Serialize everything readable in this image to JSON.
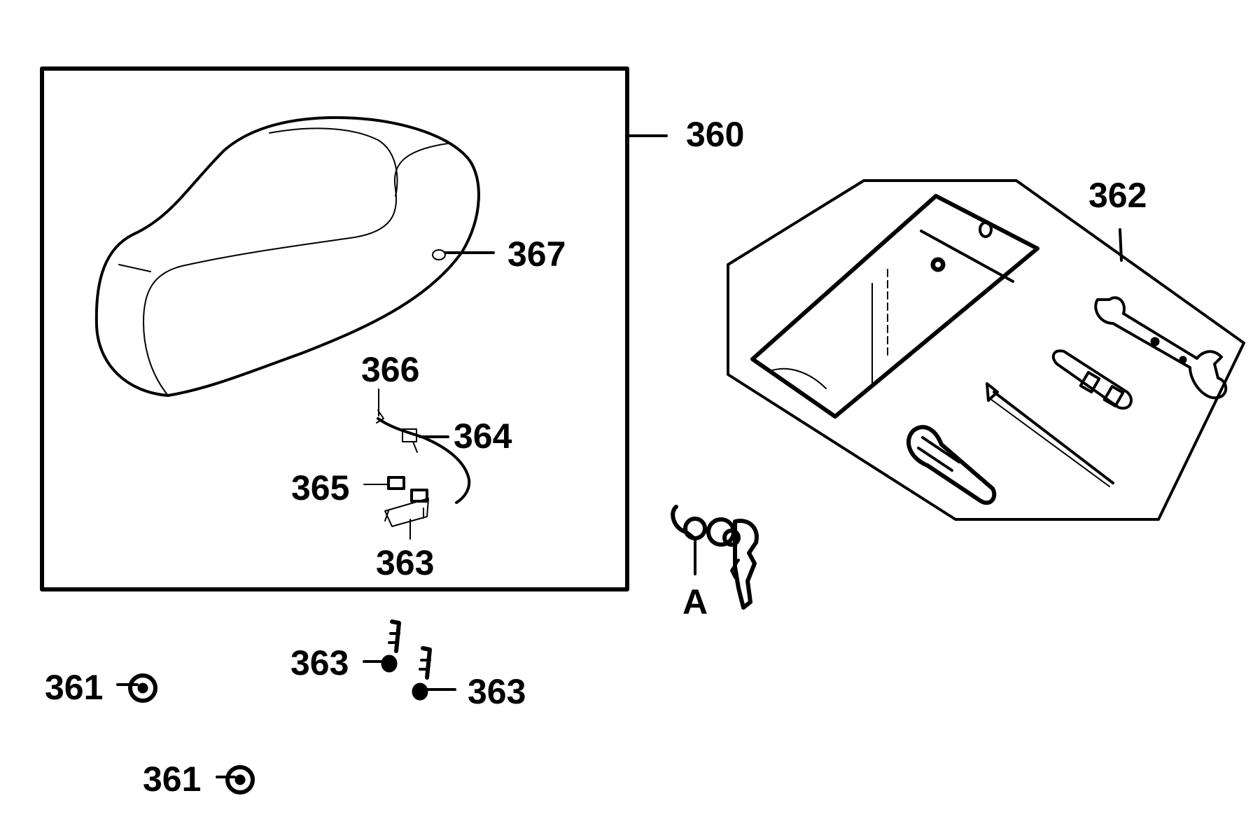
{
  "callouts": {
    "c360": "360",
    "c361a": "361",
    "c361b": "361",
    "c362": "362",
    "c363a": "363",
    "c363b": "363",
    "c363c": "363",
    "c364": "364",
    "c365": "365",
    "c366": "366",
    "c367": "367",
    "cA": "A"
  }
}
